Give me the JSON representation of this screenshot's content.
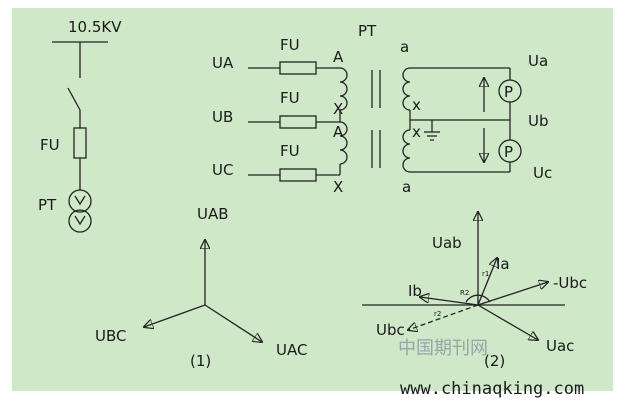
{
  "single_line": {
    "voltage": "10.5KV",
    "fuse_label": "FU",
    "pt_label": "PT"
  },
  "transformer": {
    "pt_label": "PT",
    "phases": [
      {
        "phase": "UA",
        "fuse": "FU"
      },
      {
        "phase": "UB",
        "fuse": "FU"
      },
      {
        "phase": "UC",
        "fuse": "FU"
      }
    ],
    "primary_terminals": [
      "A",
      "X",
      "A",
      "X"
    ],
    "secondary_terminals": [
      "a",
      "x",
      "x",
      "a"
    ],
    "meter_symbol": "P",
    "outputs": [
      "Ua",
      "Ub",
      "Uc"
    ]
  },
  "diagram1": {
    "labels": {
      "uab": "UAB",
      "ubc": "UBC",
      "uac": "UAC"
    },
    "caption": "(1)"
  },
  "diagram2": {
    "labels": {
      "uab": "Uab",
      "ia": "Ia",
      "ib": "Ib",
      "minus_ubc": "-Ubc",
      "ubc": "Ubc",
      "uac": "Uac",
      "r1": "r1",
      "r2_upper": "R2",
      "r2_lower": "r2"
    },
    "caption": "(2)"
  },
  "watermark": {
    "cn": "中国期刊网",
    "url": "www.chinaqking.com"
  }
}
